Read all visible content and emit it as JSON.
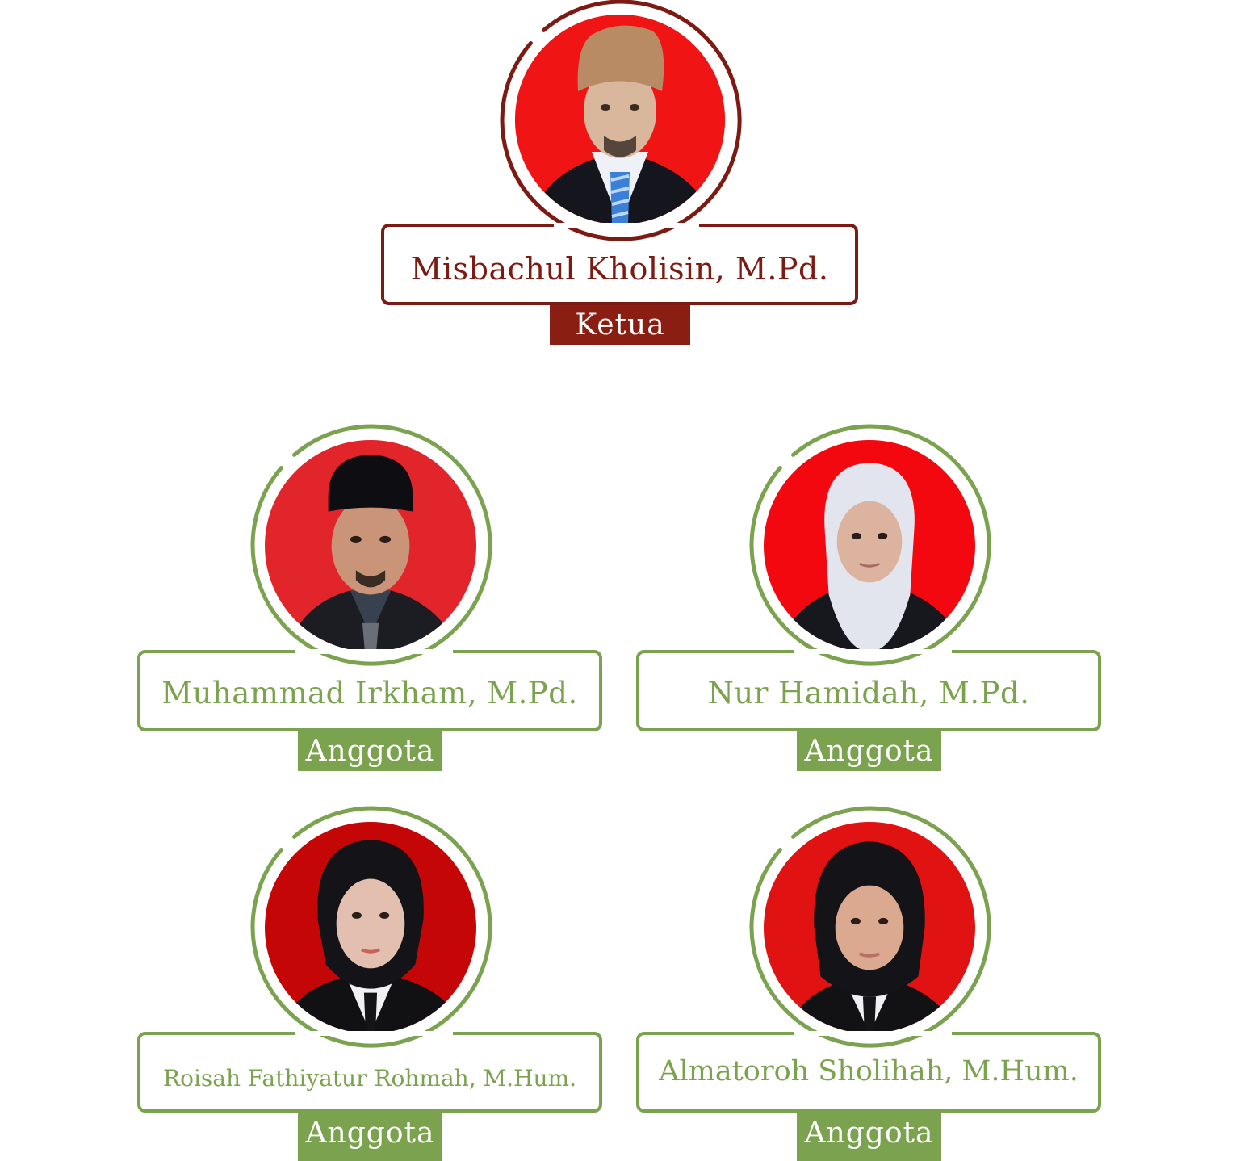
{
  "colors": {
    "leader_accent": "#7d1a12",
    "leader_label_bg": "#8b1e12",
    "member_accent": "#7ba24e",
    "photo_bg": "#e8141a",
    "background": "#ffffff"
  },
  "leader": {
    "name": "Misbachul Kholisin, M.Pd.",
    "role": "Ketua",
    "photo": "portrait-man-brown-cap"
  },
  "members": [
    {
      "name": "Muhammad Irkham, M.Pd.",
      "role": "Anggota",
      "photo": "portrait-man-black-peci"
    },
    {
      "name": "Nur Hamidah, M.Pd.",
      "role": "Anggota",
      "photo": "portrait-woman-white-hijab"
    },
    {
      "name": "Roisah Fathiyatur Rohmah, M.Hum.",
      "role": "Anggota",
      "photo": "portrait-woman-black-hijab"
    },
    {
      "name": "Almatoroh Sholihah, M.Hum.",
      "role": "Anggota",
      "photo": "portrait-woman-black-hijab"
    }
  ]
}
